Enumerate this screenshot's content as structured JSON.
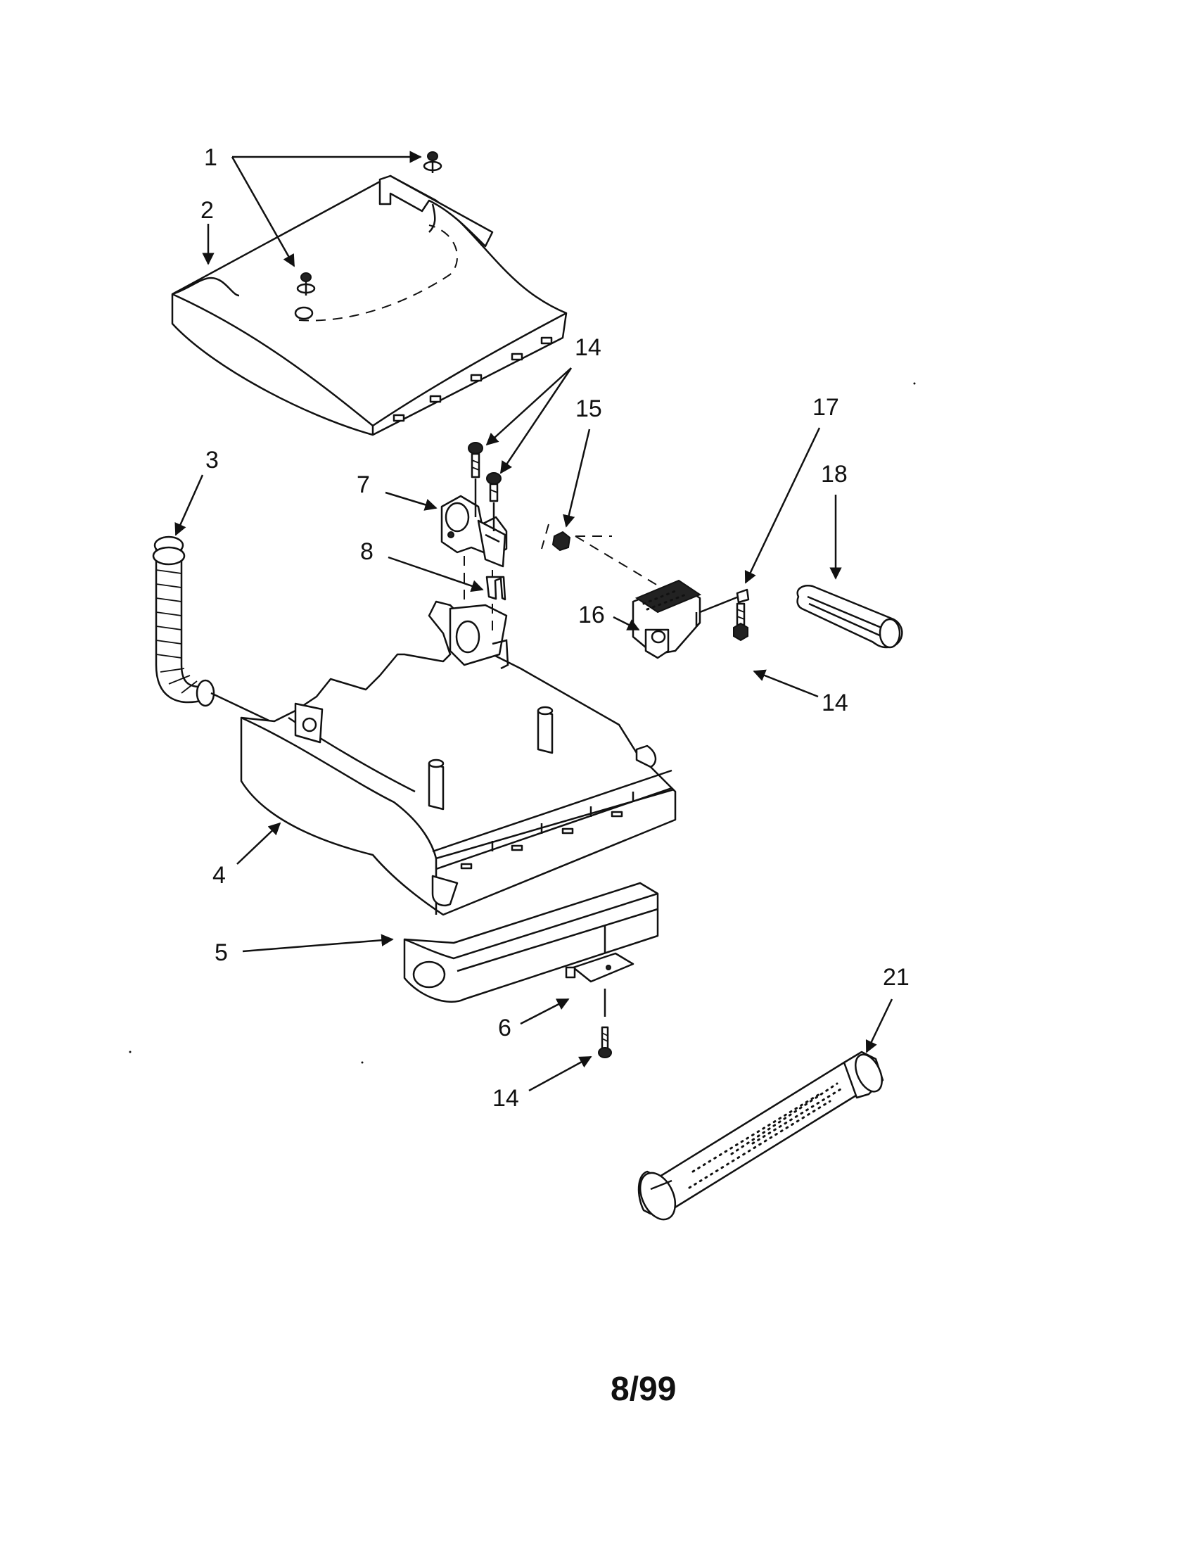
{
  "callouts": {
    "c1": "1",
    "c2": "2",
    "c3": "3",
    "c4": "4",
    "c5": "5",
    "c6": "6",
    "c7": "7",
    "c8": "8",
    "c14a": "14",
    "c14b": "14",
    "c14c": "14",
    "c15": "15",
    "c16": "16",
    "c17": "17",
    "c18": "18",
    "c21": "21"
  },
  "footer": {
    "date_code": "8/99"
  }
}
